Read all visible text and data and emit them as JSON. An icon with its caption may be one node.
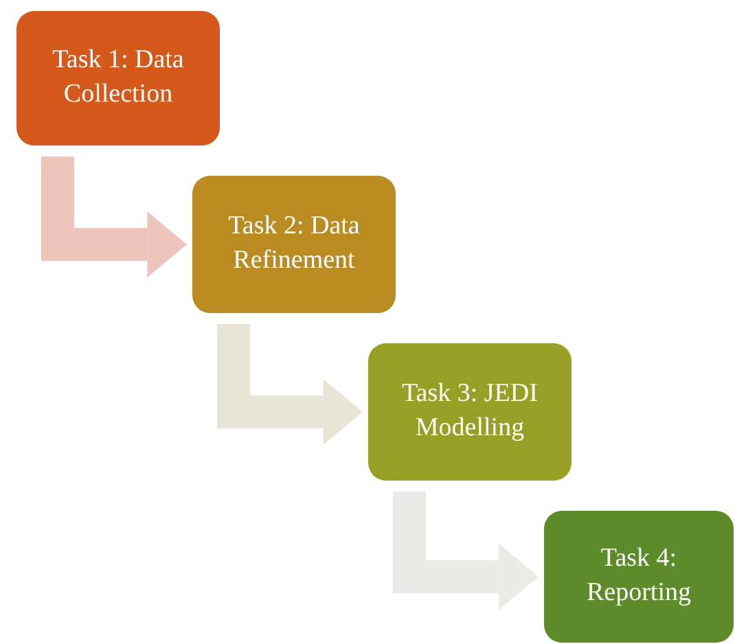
{
  "diagram": {
    "nodes": [
      {
        "text": [
          "Task 1: Data Collection"
        ]
      },
      {
        "text": [
          "Task 2: Data Refinement"
        ]
      },
      {
        "text": [
          "Task 3: JEDI Modelling"
        ]
      },
      {
        "text": [
          "Task 4: Reporting"
        ]
      }
    ],
    "edges": [
      {
        "from": 0,
        "to": 1,
        "arrow": "to",
        "color": "#ecc4bc"
      },
      {
        "from": 1,
        "to": 2,
        "arrow": "to",
        "color": "#e7e4d4"
      },
      {
        "from": 2,
        "to": 3,
        "arrow": "to",
        "color": "#e9ebe4"
      }
    ]
  }
}
